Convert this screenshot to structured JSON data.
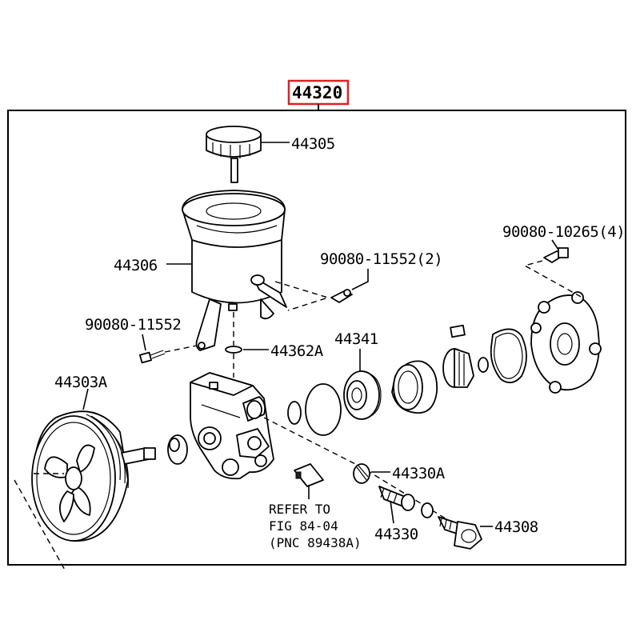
{
  "assembly": {
    "part_number": "44320",
    "highlight_color": "#e02020"
  },
  "parts": {
    "cap": "44305",
    "reservoir": "44306",
    "bolt_a": "90080-11552(2)",
    "bolt_b": "90080-11552",
    "bolt_c": "90080-10265(4)",
    "oring": "44362A",
    "rotor": "44341",
    "pulley": "44303A",
    "spring": "44330A",
    "valve": "44330",
    "union": "44308"
  },
  "note": {
    "line1": "REFER TO",
    "line2": "FIG 84-04",
    "line3": "(PNC 89438A)"
  }
}
